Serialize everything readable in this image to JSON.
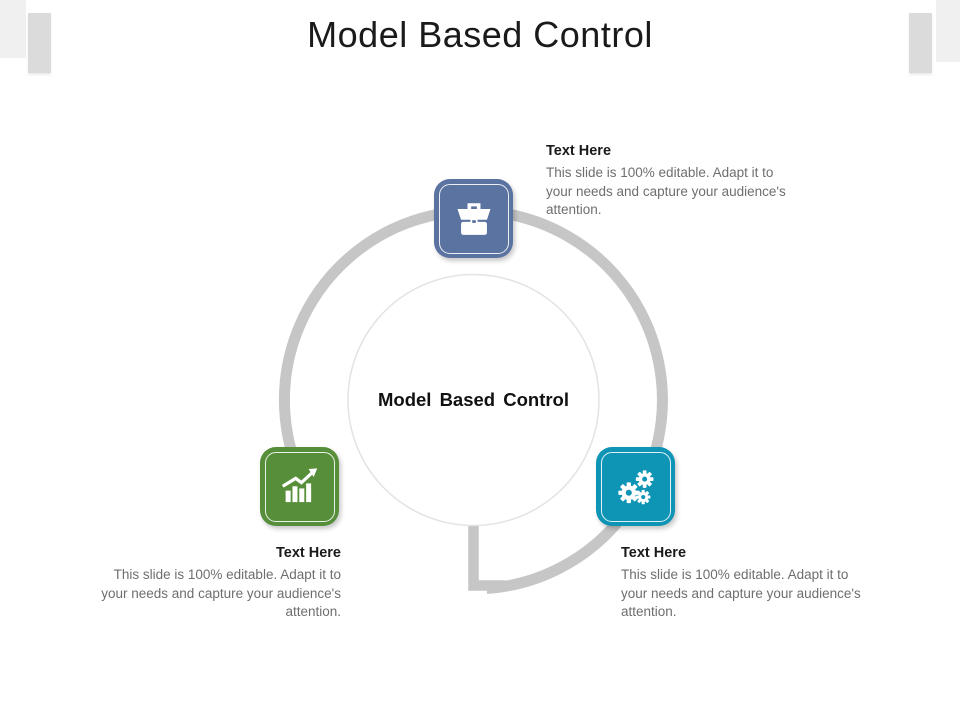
{
  "slide": {
    "title": "Model Based Control",
    "center_label": "Model Based Control",
    "items": [
      {
        "position": "top",
        "icon": "briefcase-icon",
        "color": "#5b73a0",
        "heading": "Text Here",
        "body": "This slide is 100% editable. Adapt it to your needs and capture your audience's attention."
      },
      {
        "position": "bottom-left",
        "icon": "bar-chart-icon",
        "color": "#568e39",
        "heading": "Text Here",
        "body": "This slide is 100% editable. Adapt it to your needs and capture your audience's attention."
      },
      {
        "position": "bottom-right",
        "icon": "gears-icon",
        "color": "#0e94b5",
        "heading": "Text Here",
        "body": "This slide is 100% editable. Adapt it to your needs and capture your audience's attention."
      }
    ],
    "colors": {
      "ring": "#c6c6c6",
      "inner_circle_border": "#e3e3e3",
      "inner_circle_fill": "#ffffff",
      "heading_text": "#1a1a1a",
      "body_text": "#6e6e6e",
      "title_text": "#1a1a1a",
      "page_frame": "#f0f0f1",
      "frame_accent": "#dbdbdb",
      "icon_glyph": "#ffffff"
    }
  }
}
